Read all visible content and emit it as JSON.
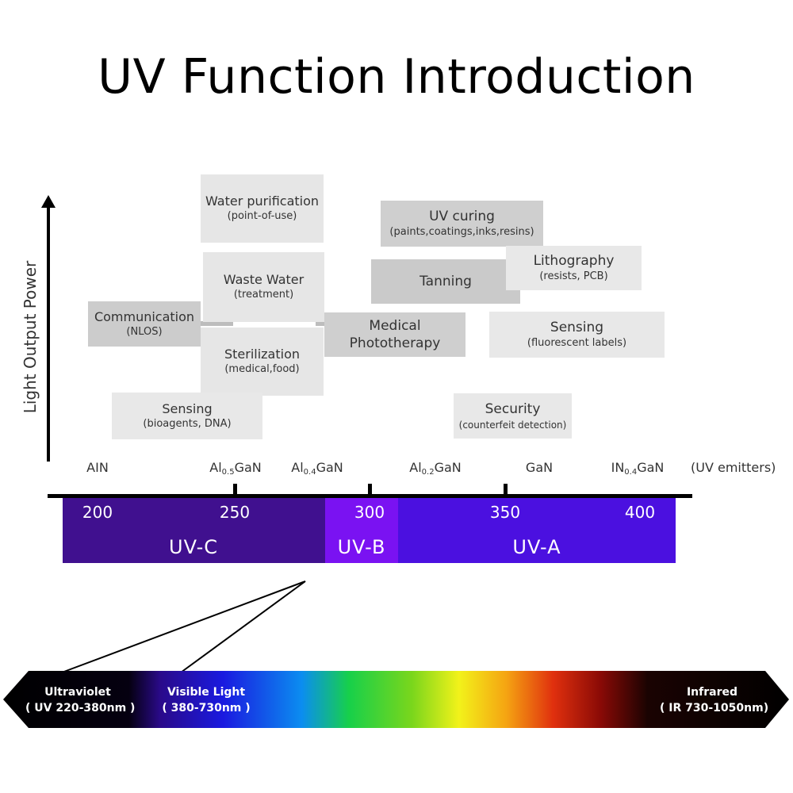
{
  "title": "UV Function Introduction",
  "y_axis_label": "Light Output Power",
  "applications": [
    {
      "name": "Water purification",
      "sub": "(point-of-use)"
    },
    {
      "name": "UV curing",
      "sub": "(paints,coatings,inks,resins)"
    },
    {
      "name": "Lithography",
      "sub": "(resists, PCB)"
    },
    {
      "name": "Waste Water",
      "sub": "(treatment)"
    },
    {
      "name": "Tanning",
      "sub": ""
    },
    {
      "name": "Communication",
      "sub": "(NLOS)"
    },
    {
      "name": "Medical",
      "sub": "Phototherapy"
    },
    {
      "name": "Sensing",
      "sub": "(fluorescent labels)"
    },
    {
      "name": "Sterilization",
      "sub": "(medical,food)"
    },
    {
      "name": "Sensing",
      "sub": "(bioagents, DNA)"
    },
    {
      "name": "Security",
      "sub": "(counterfeit detection)"
    }
  ],
  "emitters": [
    {
      "pre": "AIN",
      "sub": "",
      "post": ""
    },
    {
      "pre": "Al",
      "sub": "0.5",
      "post": "GaN"
    },
    {
      "pre": "Al",
      "sub": "0.4",
      "post": "GaN"
    },
    {
      "pre": "Al",
      "sub": "0.2",
      "post": "GaN"
    },
    {
      "pre": "GaN",
      "sub": "",
      "post": ""
    },
    {
      "pre": "IN",
      "sub": "0.4",
      "post": "GaN"
    }
  ],
  "emitters_note": "(UV emitters)",
  "wavelength_ticks": [
    "200",
    "250",
    "300",
    "350",
    "400"
  ],
  "bands": [
    {
      "label": "UV-C",
      "color": "#40108f"
    },
    {
      "label": "UV-B",
      "color": "#7a12f2"
    },
    {
      "label": "UV-A",
      "color": "#4b10e0"
    }
  ],
  "spectrum": {
    "ultraviolet": {
      "name": "Ultraviolet",
      "range": "( UV 220-380nm )"
    },
    "visible": {
      "name": "Visible Light",
      "range": "( 380-730nm )"
    },
    "infrared": {
      "name": "Infrared",
      "range": "( IR 730-1050nm)"
    }
  }
}
